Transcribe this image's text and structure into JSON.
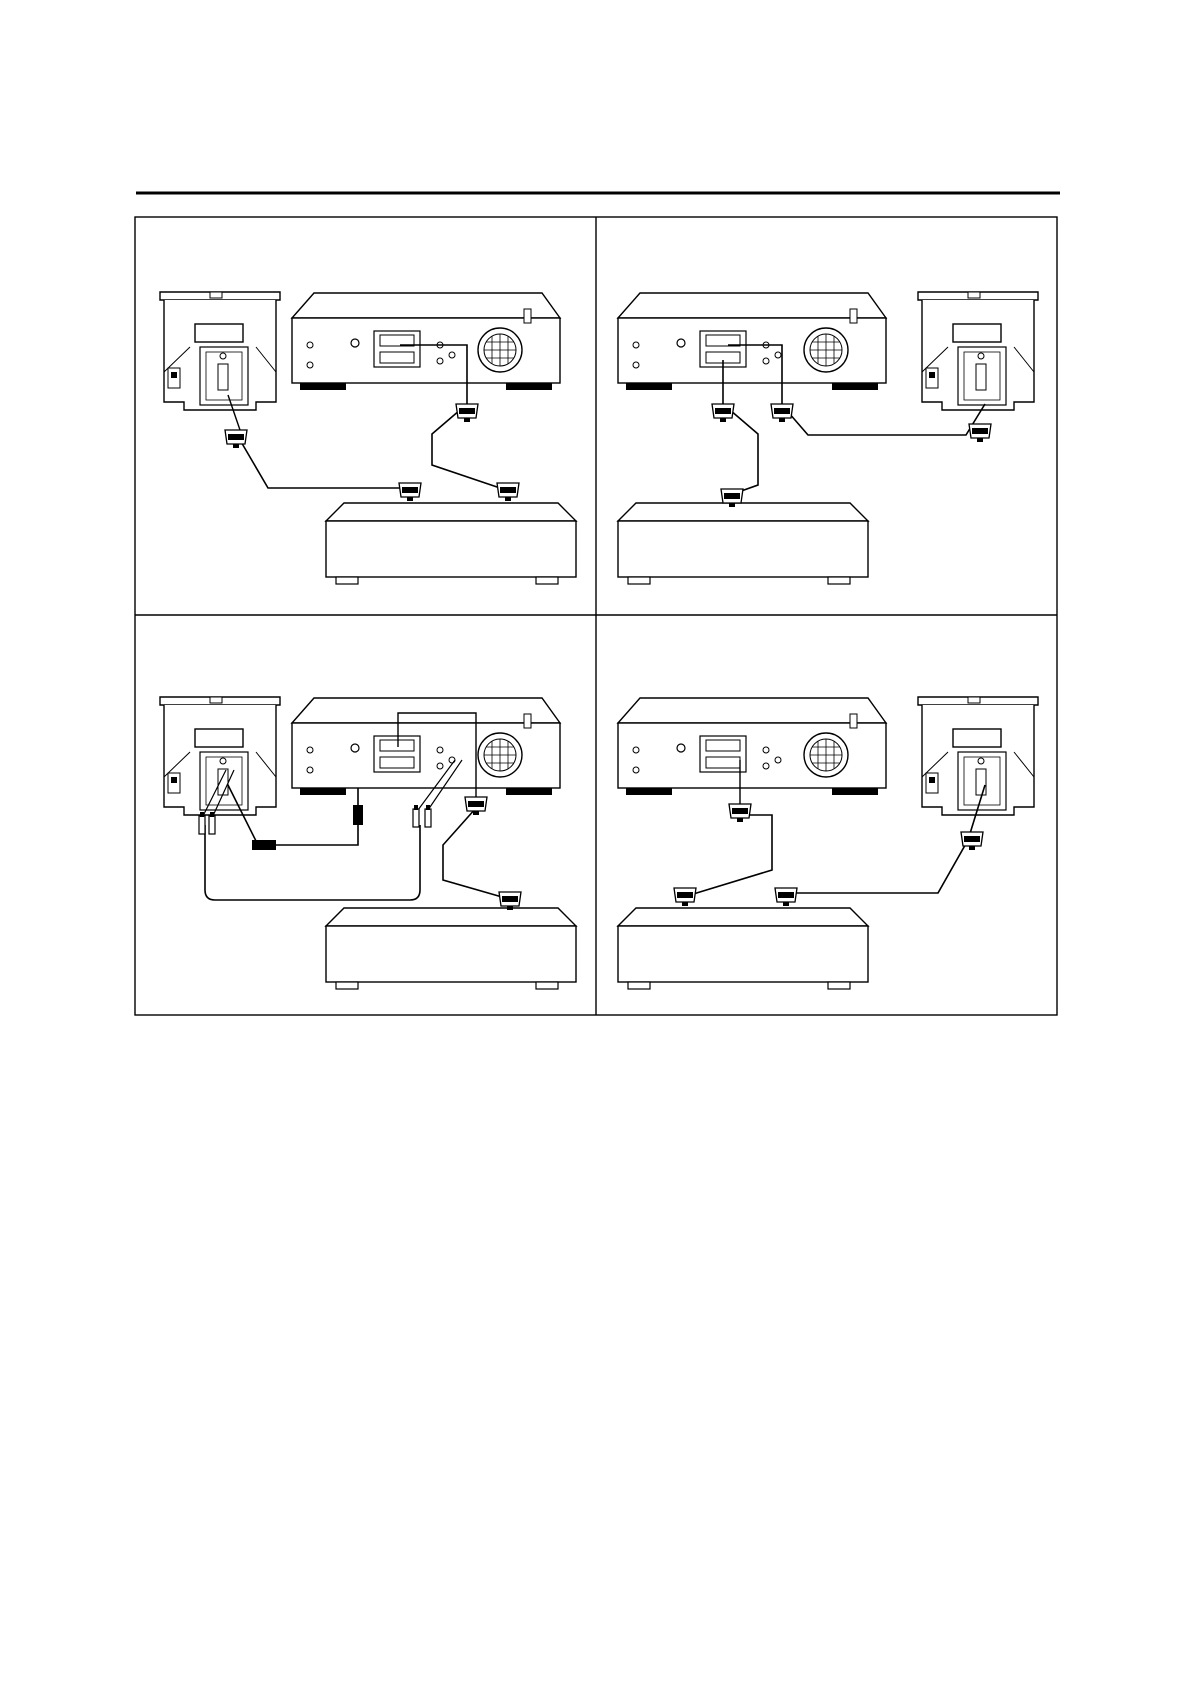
{
  "page": {
    "background": "#ffffff",
    "ink": "#000000"
  },
  "panels": [
    {
      "id": "top-left",
      "devices": [
        "tv-back",
        "dvd-player-back",
        "decoder-box"
      ],
      "cables": [
        "scart-cable-tv-to-box",
        "scart-cable-player-to-box"
      ],
      "tv_side": "left"
    },
    {
      "id": "top-right",
      "devices": [
        "dvd-player-back",
        "tv-back",
        "decoder-box"
      ],
      "cables": [
        "scart-cable-player-to-tv",
        "scart-cable-player-to-box"
      ],
      "tv_side": "right"
    },
    {
      "id": "bottom-left",
      "devices": [
        "tv-back",
        "dvd-player-back",
        "decoder-box"
      ],
      "cables": [
        "s-video-cable",
        "audio-rca-cable",
        "scart-cable-player-to-box"
      ],
      "tv_side": "left"
    },
    {
      "id": "bottom-right",
      "devices": [
        "dvd-player-back",
        "tv-back",
        "decoder-box"
      ],
      "cables": [
        "scart-cable-player-to-box",
        "scart-cable-tv-to-box"
      ],
      "tv_side": "right"
    }
  ]
}
